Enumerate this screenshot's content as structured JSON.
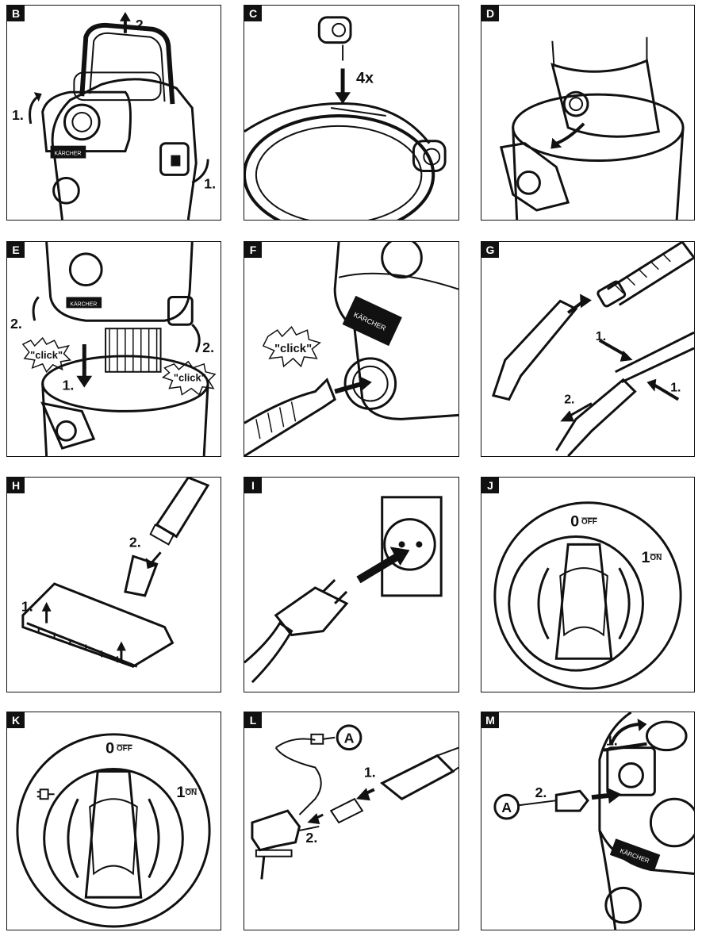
{
  "panels": [
    {
      "letter": "B",
      "labels": {
        "step2": "2.",
        "step1_left": "1.",
        "step1_right": "1.",
        "brand": "KÄRCHER"
      }
    },
    {
      "letter": "C",
      "labels": {
        "count": "4x"
      }
    },
    {
      "letter": "D",
      "labels": {}
    },
    {
      "letter": "E",
      "labels": {
        "step2_left": "2.",
        "step2_right": "2.",
        "click_left": "\"click\"",
        "click_right": "\"click\"",
        "step1": "1.",
        "brand": "KÄRCHER"
      }
    },
    {
      "letter": "F",
      "labels": {
        "click": "\"click\"",
        "brand": "KÄRCHER"
      }
    },
    {
      "letter": "G",
      "labels": {
        "step1_a": "1.",
        "step1_b": "1.",
        "step2": "2."
      }
    },
    {
      "letter": "H",
      "labels": {
        "step1": "1.",
        "step2": "2."
      }
    },
    {
      "letter": "I",
      "labels": {}
    },
    {
      "letter": "J",
      "labels": {
        "off_num": "0",
        "off_text": "OFF",
        "on_num": "1",
        "on_text": "ON"
      }
    },
    {
      "letter": "K",
      "labels": {
        "off_num": "0",
        "off_text": "OFF",
        "on_num": "1",
        "on_text": "ON"
      }
    },
    {
      "letter": "L",
      "labels": {
        "circleA": "A",
        "step1": "1.",
        "step2": "2."
      }
    },
    {
      "letter": "M",
      "labels": {
        "step1": "1.",
        "step2": "2.",
        "circleA": "A",
        "brand": "KÄRCHER"
      }
    }
  ]
}
